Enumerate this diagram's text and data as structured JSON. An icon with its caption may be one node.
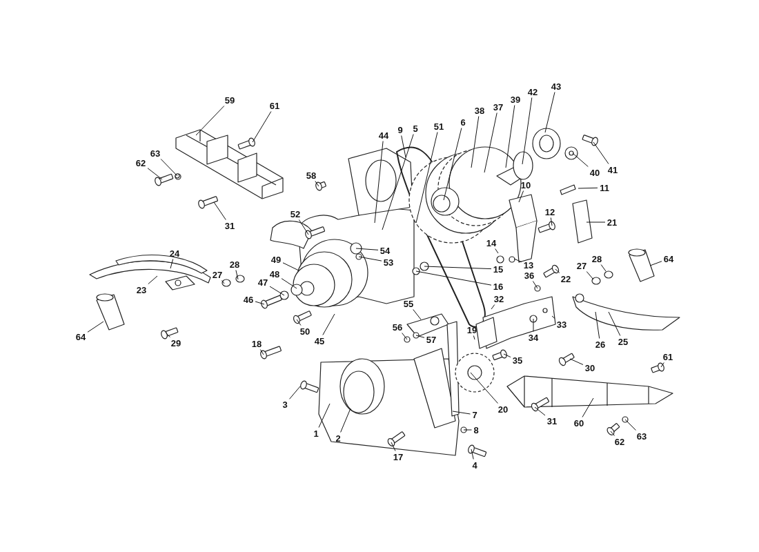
{
  "diagram": {
    "nodes": [
      {
        "text": [
          "43"
        ]
      },
      {
        "text": [
          "42"
        ]
      },
      {
        "text": [
          "39"
        ]
      },
      {
        "text": [
          "59"
        ]
      },
      {
        "text": [
          "61"
        ]
      },
      {
        "text": [
          "37"
        ]
      },
      {
        "text": [
          "38"
        ]
      },
      {
        "text": [
          "6"
        ]
      },
      {
        "text": [
          "51"
        ]
      },
      {
        "text": [
          "5"
        ]
      },
      {
        "text": [
          "9"
        ]
      },
      {
        "text": [
          "44"
        ]
      },
      {
        "text": [
          "63"
        ]
      },
      {
        "text": [
          "62"
        ]
      },
      {
        "text": [
          "41"
        ]
      },
      {
        "text": [
          "40"
        ]
      },
      {
        "text": [
          "58"
        ]
      },
      {
        "text": [
          "10"
        ]
      },
      {
        "text": [
          "11"
        ]
      },
      {
        "text": [
          "12"
        ]
      },
      {
        "text": [
          "52"
        ]
      },
      {
        "text": [
          "21"
        ]
      },
      {
        "text": [
          "31"
        ]
      },
      {
        "text": [
          "14"
        ]
      },
      {
        "text": [
          "54"
        ]
      },
      {
        "text": [
          "24"
        ]
      },
      {
        "text": [
          "13"
        ]
      },
      {
        "text": [
          "49"
        ]
      },
      {
        "text": [
          "28"
        ]
      },
      {
        "text": [
          "64"
        ]
      },
      {
        "text": [
          "15"
        ]
      },
      {
        "text": [
          "53"
        ]
      },
      {
        "text": [
          "28"
        ]
      },
      {
        "text": [
          "27"
        ]
      },
      {
        "text": [
          "48"
        ]
      },
      {
        "text": [
          "27"
        ]
      },
      {
        "text": [
          "36"
        ]
      },
      {
        "text": [
          "22"
        ]
      },
      {
        "text": [
          "16"
        ]
      },
      {
        "text": [
          "47"
        ]
      },
      {
        "text": [
          "23"
        ]
      },
      {
        "text": [
          "46"
        ]
      },
      {
        "text": [
          "32"
        ]
      },
      {
        "text": [
          "45"
        ]
      },
      {
        "text": [
          "50"
        ]
      },
      {
        "text": [
          "55"
        ]
      },
      {
        "text": [
          "56"
        ]
      },
      {
        "text": [
          "19"
        ]
      },
      {
        "text": [
          "33"
        ]
      },
      {
        "text": [
          "25"
        ]
      },
      {
        "text": [
          "26"
        ]
      },
      {
        "text": [
          "57"
        ]
      },
      {
        "text": [
          "29"
        ]
      },
      {
        "text": [
          "64"
        ]
      },
      {
        "text": [
          "18"
        ]
      },
      {
        "text": [
          "34"
        ]
      },
      {
        "text": [
          "61"
        ]
      },
      {
        "text": [
          "30"
        ]
      },
      {
        "text": [
          "35"
        ]
      },
      {
        "text": [
          "3"
        ]
      },
      {
        "text": [
          "20"
        ]
      },
      {
        "text": [
          "7"
        ]
      },
      {
        "text": [
          "31"
        ]
      },
      {
        "text": [
          "60"
        ]
      },
      {
        "text": [
          "8"
        ]
      },
      {
        "text": [
          "1"
        ]
      },
      {
        "text": [
          "2"
        ]
      },
      {
        "text": [
          "63"
        ]
      },
      {
        "text": [
          "62"
        ]
      },
      {
        "text": [
          "17"
        ]
      },
      {
        "text": [
          "4"
        ]
      }
    ],
    "edges": [
      {
        "from": 0,
        "to": null,
        "arrow": "none"
      },
      {
        "from": 1,
        "to": null,
        "arrow": "none"
      },
      {
        "from": 2,
        "to": null,
        "arrow": "none"
      },
      {
        "from": 3,
        "to": null,
        "arrow": "none"
      },
      {
        "from": 4,
        "to": null,
        "arrow": "none"
      },
      {
        "from": 5,
        "to": null,
        "arrow": "none"
      },
      {
        "from": 6,
        "to": null,
        "arrow": "none"
      },
      {
        "from": 7,
        "to": null,
        "arrow": "none"
      },
      {
        "from": 8,
        "to": null,
        "arrow": "none"
      },
      {
        "from": 9,
        "to": null,
        "arrow": "none"
      },
      {
        "from": 10,
        "to": null,
        "arrow": "none"
      },
      {
        "from": 11,
        "to": null,
        "arrow": "none"
      },
      {
        "from": 12,
        "to": null,
        "arrow": "none"
      },
      {
        "from": 13,
        "to": null,
        "arrow": "none"
      },
      {
        "from": 14,
        "to": null,
        "arrow": "none"
      },
      {
        "from": 15,
        "to": null,
        "arrow": "none"
      },
      {
        "from": 16,
        "to": null,
        "arrow": "none"
      },
      {
        "from": 17,
        "to": null,
        "arrow": "none"
      },
      {
        "from": 18,
        "to": null,
        "arrow": "none"
      },
      {
        "from": 19,
        "to": null,
        "arrow": "none"
      },
      {
        "from": 20,
        "to": null,
        "arrow": "none"
      },
      {
        "from": 21,
        "to": null,
        "arrow": "none"
      },
      {
        "from": 22,
        "to": null,
        "arrow": "none"
      },
      {
        "from": 23,
        "to": null,
        "arrow": "none"
      },
      {
        "from": 24,
        "to": null,
        "arrow": "none"
      },
      {
        "from": 25,
        "to": null,
        "arrow": "none"
      },
      {
        "from": 26,
        "to": null,
        "arrow": "none"
      },
      {
        "from": 27,
        "to": null,
        "arrow": "none"
      },
      {
        "from": 28,
        "to": null,
        "arrow": "none"
      },
      {
        "from": 29,
        "to": null,
        "arrow": "none"
      },
      {
        "from": 30,
        "to": null,
        "arrow": "none"
      },
      {
        "from": 31,
        "to": null,
        "arrow": "none"
      },
      {
        "from": 32,
        "to": null,
        "arrow": "none"
      },
      {
        "from": 33,
        "to": null,
        "arrow": "none"
      },
      {
        "from": 34,
        "to": null,
        "arrow": "none"
      },
      {
        "from": 35,
        "to": null,
        "arrow": "none"
      },
      {
        "from": 36,
        "to": null,
        "arrow": "none"
      },
      {
        "from": 37,
        "to": null,
        "arrow": "none"
      },
      {
        "from": 38,
        "to": null,
        "arrow": "none"
      },
      {
        "from": 39,
        "to": null,
        "arrow": "none"
      },
      {
        "from": 40,
        "to": null,
        "arrow": "none"
      },
      {
        "from": 41,
        "to": null,
        "arrow": "none"
      },
      {
        "from": 42,
        "to": null,
        "arrow": "none"
      },
      {
        "from": 43,
        "to": null,
        "arrow": "none"
      },
      {
        "from": 44,
        "to": null,
        "arrow": "none"
      },
      {
        "from": 45,
        "to": null,
        "arrow": "none"
      },
      {
        "from": 46,
        "to": null,
        "arrow": "none"
      },
      {
        "from": 47,
        "to": null,
        "arrow": "none"
      },
      {
        "from": 48,
        "to": null,
        "arrow": "none"
      },
      {
        "from": 49,
        "to": null,
        "arrow": "none"
      },
      {
        "from": 50,
        "to": null,
        "arrow": "none"
      },
      {
        "from": 51,
        "to": null,
        "arrow": "none"
      },
      {
        "from": 52,
        "to": null,
        "arrow": "none"
      },
      {
        "from": 53,
        "to": null,
        "arrow": "none"
      },
      {
        "from": 54,
        "to": null,
        "arrow": "none"
      },
      {
        "from": 55,
        "to": null,
        "arrow": "none"
      },
      {
        "from": 56,
        "to": null,
        "arrow": "none"
      },
      {
        "from": 57,
        "to": null,
        "arrow": "none"
      },
      {
        "from": 58,
        "to": null,
        "arrow": "none"
      },
      {
        "from": 59,
        "to": null,
        "arrow": "none"
      },
      {
        "from": 60,
        "to": null,
        "arrow": "none"
      },
      {
        "from": 61,
        "to": null,
        "arrow": "none"
      },
      {
        "from": 62,
        "to": null,
        "arrow": "none"
      },
      {
        "from": 63,
        "to": null,
        "arrow": "none"
      },
      {
        "from": 64,
        "to": null,
        "arrow": "none"
      },
      {
        "from": 65,
        "to": null,
        "arrow": "none"
      },
      {
        "from": 66,
        "to": null,
        "arrow": "none"
      },
      {
        "from": 67,
        "to": null,
        "arrow": "none"
      },
      {
        "from": 68,
        "to": null,
        "arrow": "none"
      },
      {
        "from": 69,
        "to": null,
        "arrow": "none"
      },
      {
        "from": 70,
        "to": null,
        "arrow": "none"
      }
    ]
  }
}
